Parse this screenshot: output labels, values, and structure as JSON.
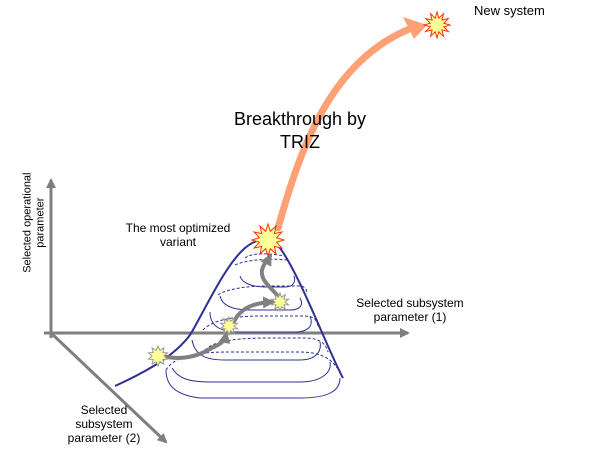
{
  "labels": {
    "new_system": "New system",
    "breakthrough_line1": "Breakthrough  by",
    "breakthrough_line2": "TRIZ",
    "optimized_line1": "The most optimized",
    "optimized_line2": "variant",
    "axis_subsystem1_line1": "Selected subsystem",
    "axis_subsystem1_line2": "parameter (1)",
    "axis_subsystem2_line1": "Selected",
    "axis_subsystem2_line2": "subsystem",
    "axis_subsystem2_line3": "parameter (2)",
    "axis_operational_line1": "Selected operational",
    "axis_operational_line2": "parameter"
  },
  "colors": {
    "axis": "#7f7f7f",
    "mountain": "#2e3192",
    "breakthrough_arrow": "#ffa175",
    "path_arrow": "#808080",
    "star_fill": "#ffff99",
    "star_stroke_red": "#ff3300",
    "star_stroke_gray": "#999999"
  }
}
